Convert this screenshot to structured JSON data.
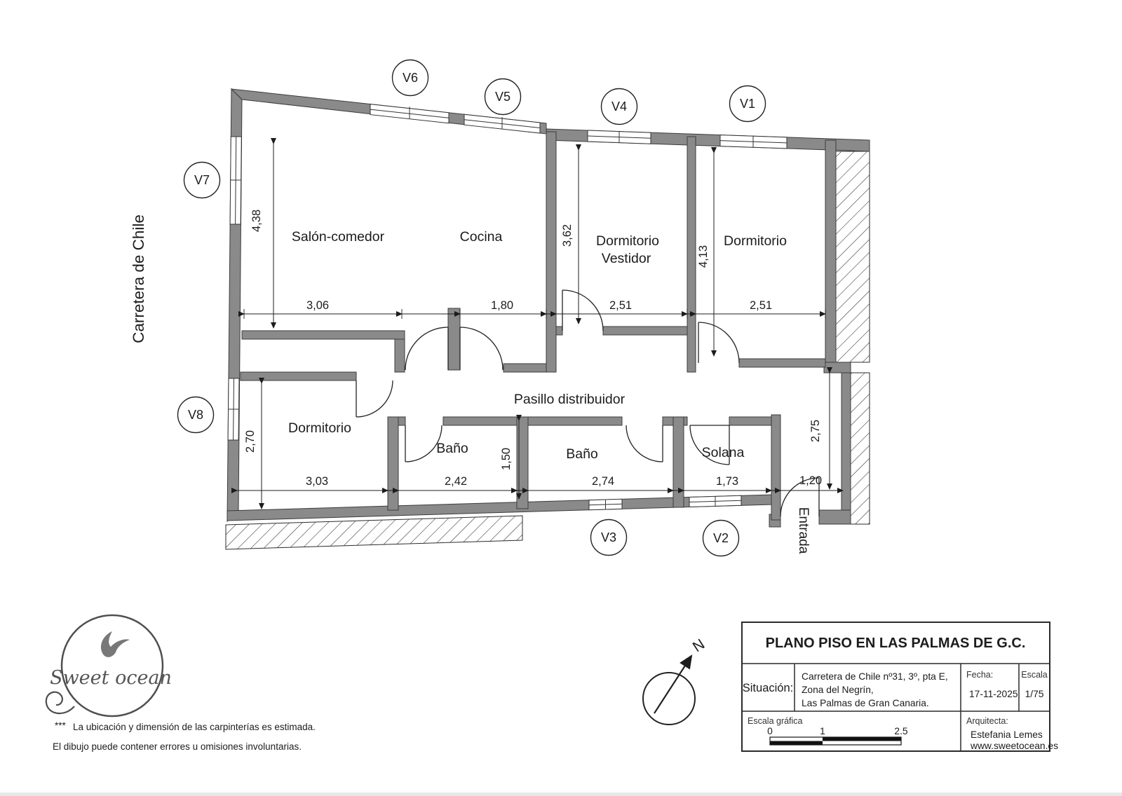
{
  "plan": {
    "street_label": "Carretera de Chile",
    "entrance_label": "Entrada",
    "corridor_label": "Pasillo distribuidor",
    "rooms": {
      "salon": "Salón-comedor",
      "cocina": "Cocina",
      "vestidor_line1": "Dormitorio",
      "vestidor_line2": "Vestidor",
      "dormitorio_top": "Dormitorio",
      "dormitorio_bottom": "Dormitorio",
      "bano_small": "Baño",
      "bano_large": "Baño",
      "solana": "Solana"
    },
    "window_labels": {
      "v1": "V1",
      "v2": "V2",
      "v3": "V3",
      "v4": "V4",
      "v5": "V5",
      "v6": "V6",
      "v7": "V7",
      "v8": "V8"
    },
    "dimensions": {
      "salon_height": "4,38",
      "salon_width": "3,06",
      "cocina_width": "1,80",
      "vestidor_width": "2,51",
      "vestidor_height": "3,62",
      "dormitorio_top_width": "2,51",
      "dormitorio_top_height": "4,13",
      "dormitorio_bottom_height": "2,70",
      "dormitorio_bottom_width": "3,03",
      "bano_small_width": "2,42",
      "bano_small_height": "1,50",
      "bano_large_width": "2,74",
      "solana_width": "1,73",
      "entrada_width": "1,20",
      "entrada_height": "2,75"
    }
  },
  "titleblock": {
    "title": "PLANO PISO EN LAS PALMAS DE G.C.",
    "situacion_label": "Situación:",
    "address_line1": "Carretera de Chile nº31, 3º, pta E,",
    "address_line2": "Zona del Negrín,",
    "address_line3": "Las Palmas de Gran Canaria.",
    "fecha_label": "Fecha:",
    "fecha_value": "17-11-2025",
    "escala_label": "Escala",
    "escala_value": "1/75",
    "escala_grafica_label": "Escala gráfica",
    "scale_tick_0": "0",
    "scale_tick_1": "1",
    "scale_tick_2": "2.5",
    "arquitecta_label": "Arquitecta:",
    "arquitecta_name": "Estefania Lemes",
    "arquitecta_web": "www.sweetocean.es"
  },
  "logo": {
    "text": "Sweet ocean"
  },
  "north": {
    "label": "N"
  },
  "footnote": {
    "stars": "***",
    "line1": "La ubicación y dimensión de las carpinterías es estimada.",
    "line2": "El dibujo puede contener errores u omisiones involuntarias."
  }
}
